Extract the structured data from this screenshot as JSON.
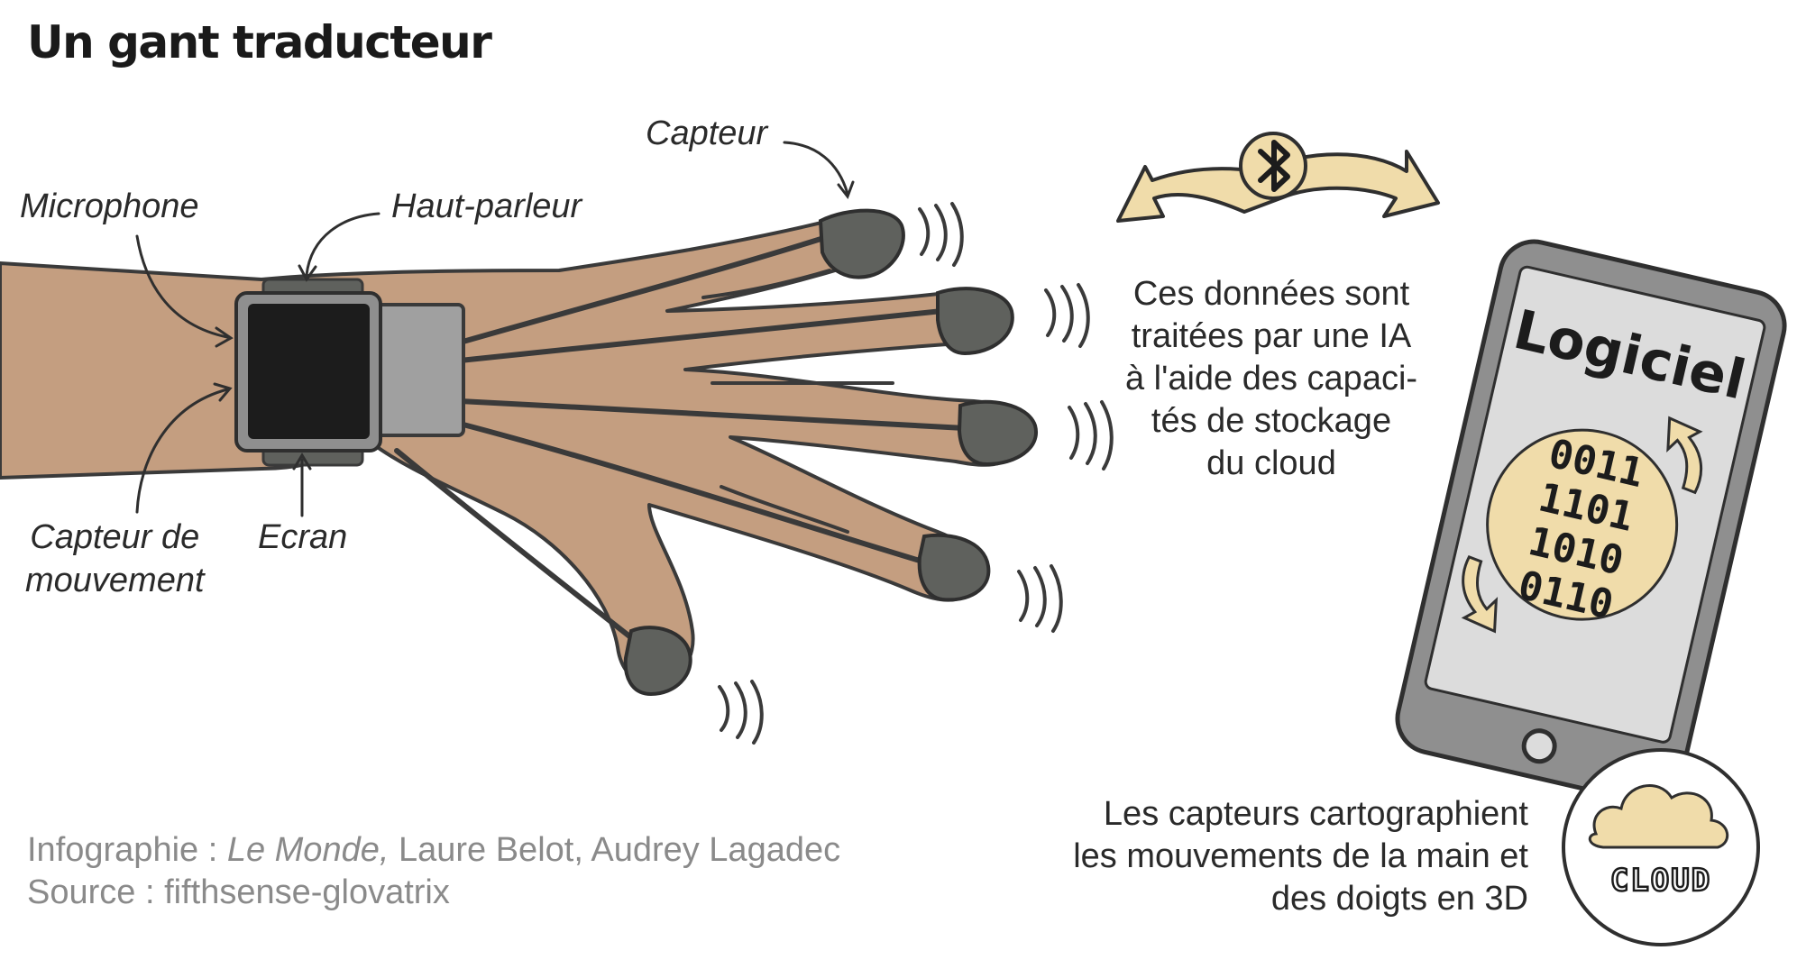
{
  "title": "Un gant traducteur",
  "labels": {
    "capteur": "Capteur",
    "microphone": "Microphone",
    "haut_parleur": "Haut-parleur",
    "capteur_mouvement_1": "Capteur de",
    "capteur_mouvement_2": "mouvement",
    "ecran": "Ecran"
  },
  "cloud_text": [
    "Ces données sont",
    "traitées par une IA",
    "à l'aide des capaci-",
    "tés de stockage",
    "du cloud"
  ],
  "sensor_text": [
    "Les capteurs cartographient",
    "les mouvements de la main et",
    "des doigts en 3D"
  ],
  "phone": {
    "app_label": "Logiciel",
    "binary_rows": [
      "0011",
      "1101",
      "1010",
      "0110"
    ]
  },
  "cloud_badge": "CLOUD",
  "credits": {
    "prefix": "Infographie : ",
    "publication": "Le Monde,",
    "authors": " Laure Belot, Audrey Lagadec",
    "source": "Source : fifthsense-glovatrix"
  },
  "colors": {
    "skin": "#c49e80",
    "outline": "#3a3a3a",
    "sensor": "#5f615d",
    "device": "#1c1c1c",
    "band": "#a0a0a0",
    "accent": "#f0dcaa",
    "phone_body": "#8f8f8f",
    "phone_screen": "#dcdcdc",
    "credits": "#8a8a8a"
  },
  "icons": [
    "bluetooth-icon",
    "cloud-icon",
    "rotate-arrow-icon"
  ]
}
